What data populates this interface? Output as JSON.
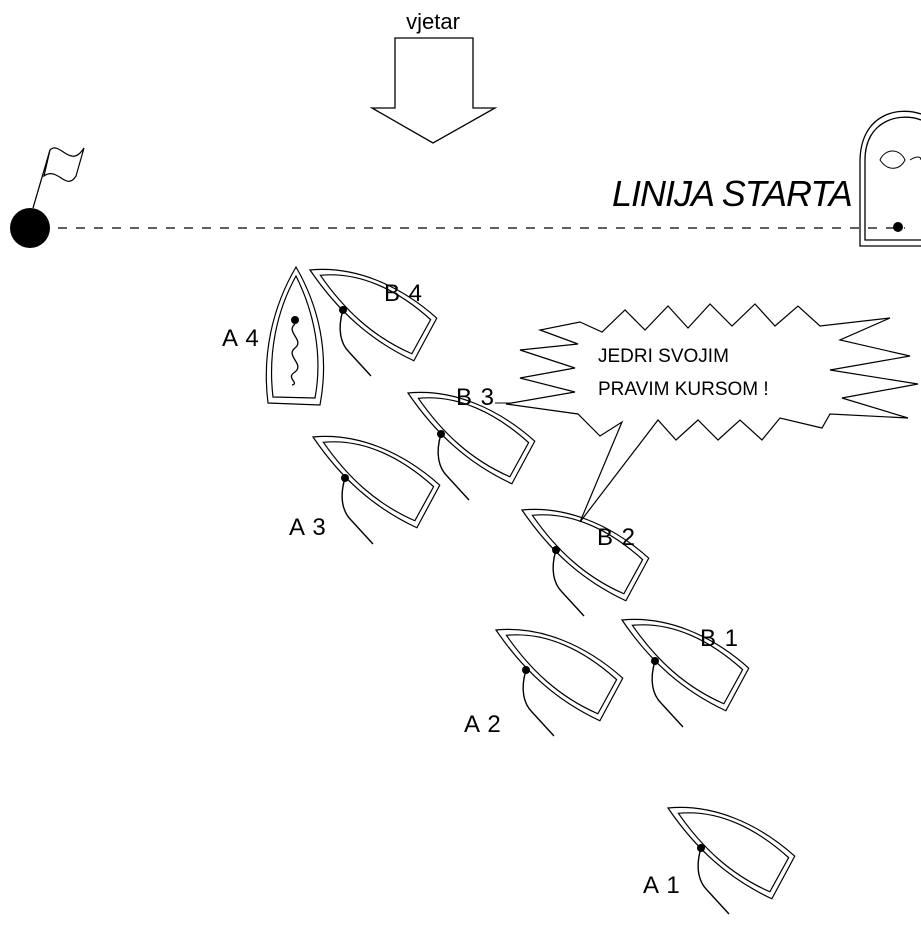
{
  "diagram": {
    "wind_label": "vjetar",
    "start_line_label": "LINIJA STARTA",
    "speech_line1": "JEDRI SVOJIM",
    "speech_line2": "PRAVIM KURSOM !",
    "boats": [
      {
        "id": "A1",
        "label": "A 1",
        "sail": "straight"
      },
      {
        "id": "A2",
        "label": "A 2",
        "sail": "straight"
      },
      {
        "id": "A3",
        "label": "A 3",
        "sail": "straight"
      },
      {
        "id": "A4",
        "label": "A 4",
        "sail": "luffing"
      },
      {
        "id": "B1",
        "label": "B 1",
        "sail": "straight"
      },
      {
        "id": "B2",
        "label": "B 2",
        "sail": "straight"
      },
      {
        "id": "B3",
        "label": "B 3",
        "sail": "straight"
      },
      {
        "id": "B4",
        "label": "B 4",
        "sail": "straight"
      }
    ]
  }
}
